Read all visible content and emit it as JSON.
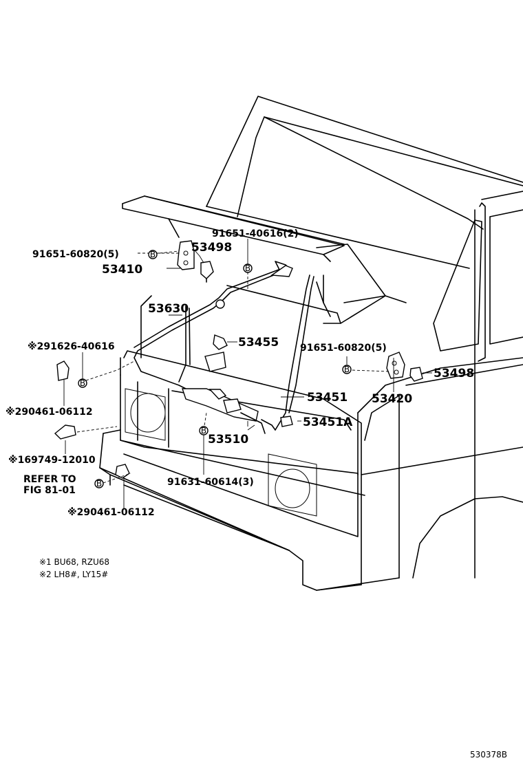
{
  "callouts": {
    "p_91651_60820_5_left": "91651-60820(5)",
    "p_91651_40616_2": "91651-40616(2)",
    "p_53498_left": "53498",
    "p_53410": "53410",
    "p_53630": "53630",
    "p_53455": "53455",
    "p_91626_40616": "※291626-40616",
    "p_91651_60820_5_right": "91651-60820(5)",
    "p_53498_right": "53498",
    "p_53451": "53451",
    "p_53420": "53420",
    "p_53451A": "53451A",
    "p_90461_06112_a": "※290461-06112",
    "p_53510": "53510",
    "p_69749_12010": "※169749-12010",
    "refer_line1": "REFER TO",
    "refer_line2": "FIG 81-01",
    "p_91631_60614_3": "91631-60614(3)",
    "p_90461_06112_b": "※290461-06112"
  },
  "bolt_marker": "B",
  "notes": {
    "note1": "※1 BU68, RZU68",
    "note2": "※2 LH8#, LY15#"
  },
  "figure_code": "530378B"
}
